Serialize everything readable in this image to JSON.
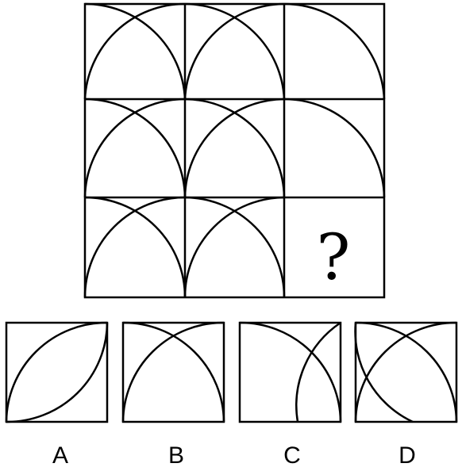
{
  "puzzle": {
    "question_mark": "?",
    "stroke_color": "#000000",
    "background_color": "#ffffff"
  },
  "options": [
    {
      "label": "A"
    },
    {
      "label": "B"
    },
    {
      "label": "C"
    },
    {
      "label": "D"
    }
  ]
}
